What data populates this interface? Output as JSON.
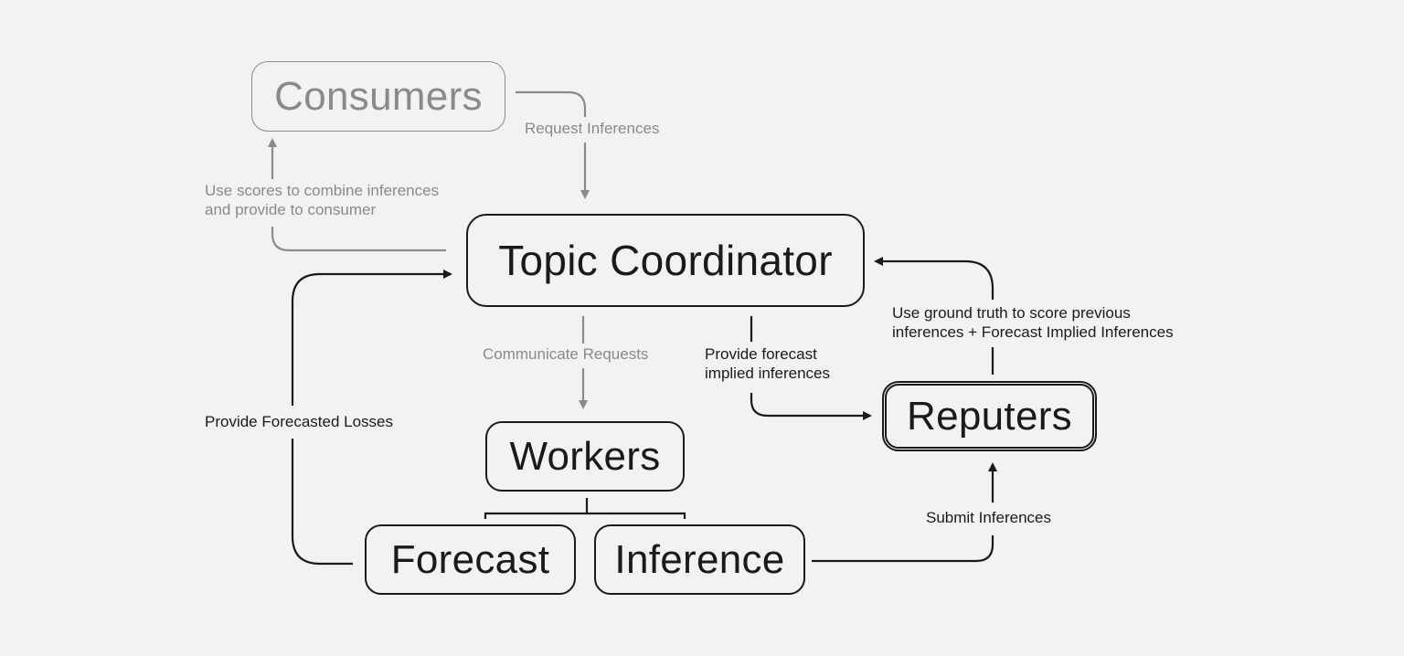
{
  "nodes": {
    "consumers": "Consumers",
    "topic_coordinator": "Topic Coordinator",
    "workers": "Workers",
    "forecast": "Forecast",
    "inference": "Inference",
    "reputers": "Reputers"
  },
  "edges": {
    "request_inferences": "Request Inferences",
    "use_scores_line1": "Use scores to combine inferences",
    "use_scores_line2": "and provide to consumer",
    "communicate_requests": "Communicate Requests",
    "provide_forecast_line1": "Provide forecast",
    "provide_forecast_line2": "implied inferences",
    "use_ground_truth_line1": "Use ground truth to score previous",
    "use_ground_truth_line2": "inferences + Forecast Implied Inferences",
    "provide_forecasted_losses": "Provide Forecasted Losses",
    "submit_inferences": "Submit Inferences"
  },
  "colors": {
    "background": "#f2f2f2",
    "primary": "#1a1a1a",
    "muted": "#8a8a8a"
  }
}
